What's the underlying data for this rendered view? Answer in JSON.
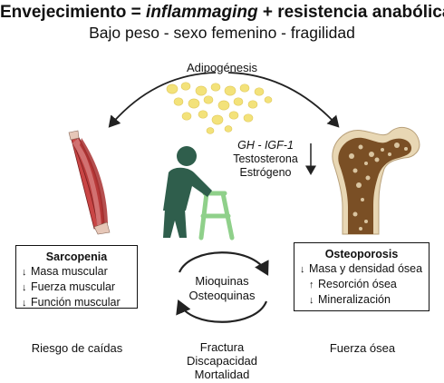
{
  "title": {
    "part1": "Envejecimiento = ",
    "part2": "inflammaging",
    "part3": " + resistencia anabólica"
  },
  "subtitle": "Bajo peso - sexo femenino - fragilidad",
  "adipogenesis": "Adipogénesis",
  "hormones": {
    "line1": "GH - IGF-1",
    "line2": "Testosterona",
    "line3": "Estrógeno"
  },
  "sarcopenia": {
    "title": "Sarcopenia",
    "items": [
      {
        "arrow": "↓",
        "text": "Masa muscular"
      },
      {
        "arrow": "↓",
        "text": "Fuerza muscular"
      },
      {
        "arrow": "↓",
        "text": "Función muscular"
      }
    ]
  },
  "osteoporosis": {
    "title": "Osteoporosis",
    "items": [
      {
        "arrow": "↓",
        "text": "Masa y densidad ósea"
      },
      {
        "arrow": "↑",
        "text": "Resorción ósea"
      },
      {
        "arrow": "↓",
        "text": "Mineralización"
      }
    ]
  },
  "cycle": {
    "line1": "Mioquinas",
    "line2": "Osteoquinas"
  },
  "bottom": {
    "left": "Riesgo de caídas",
    "center": [
      "Fractura",
      "Discapacidad",
      "Mortalidad"
    ],
    "right": "Fuerza ósea"
  },
  "colors": {
    "muscle": "#b83a3a",
    "muscle_light": "#d88080",
    "figure": "#2f5e4c",
    "walker": "#8fd08a",
    "bone_outer": "#e8d7b4",
    "bone_inner": "#7a4f25",
    "fat": "#f3e27a"
  }
}
